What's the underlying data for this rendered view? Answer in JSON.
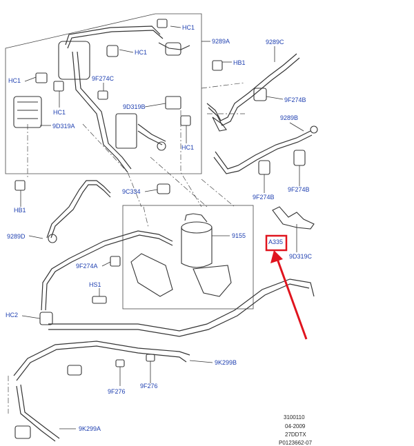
{
  "labels": {
    "hc1_a": "HC1",
    "hc1_b": "HC1",
    "hc1_c": "HC1",
    "hc1_d": "HC1",
    "hc1_e": "HC1",
    "p9289a": "9289A",
    "p9289c": "9289C",
    "hb1_a": "HB1",
    "hb1_b": "HB1",
    "p9f274c": "9F274C",
    "p9f274b_a": "9F274B",
    "p9f274b_b": "9F274B",
    "p9f274b_c": "9F274B",
    "p9d319b": "9D319B",
    "p9d319a": "9D319A",
    "p9289b": "9289B",
    "p9c334": "9C334",
    "p9289d": "9289D",
    "p9155": "9155",
    "a335": "A335",
    "p9d319c": "9D319C",
    "p9f274a": "9F274A",
    "hs1": "HS1",
    "hc2": "HC2",
    "p9k299b": "9K299B",
    "p9f276_a": "9F276",
    "p9f276_b": "9F276",
    "p9k299a": "9K299A"
  },
  "reference": {
    "line1": "3100110",
    "line2": "04-2009",
    "line3": "27DDTX",
    "line4": "P0123662-07"
  },
  "colors": {
    "label_blue": "#1e3fb0",
    "highlight_red": "#e0141e",
    "line_dark": "#333333"
  }
}
